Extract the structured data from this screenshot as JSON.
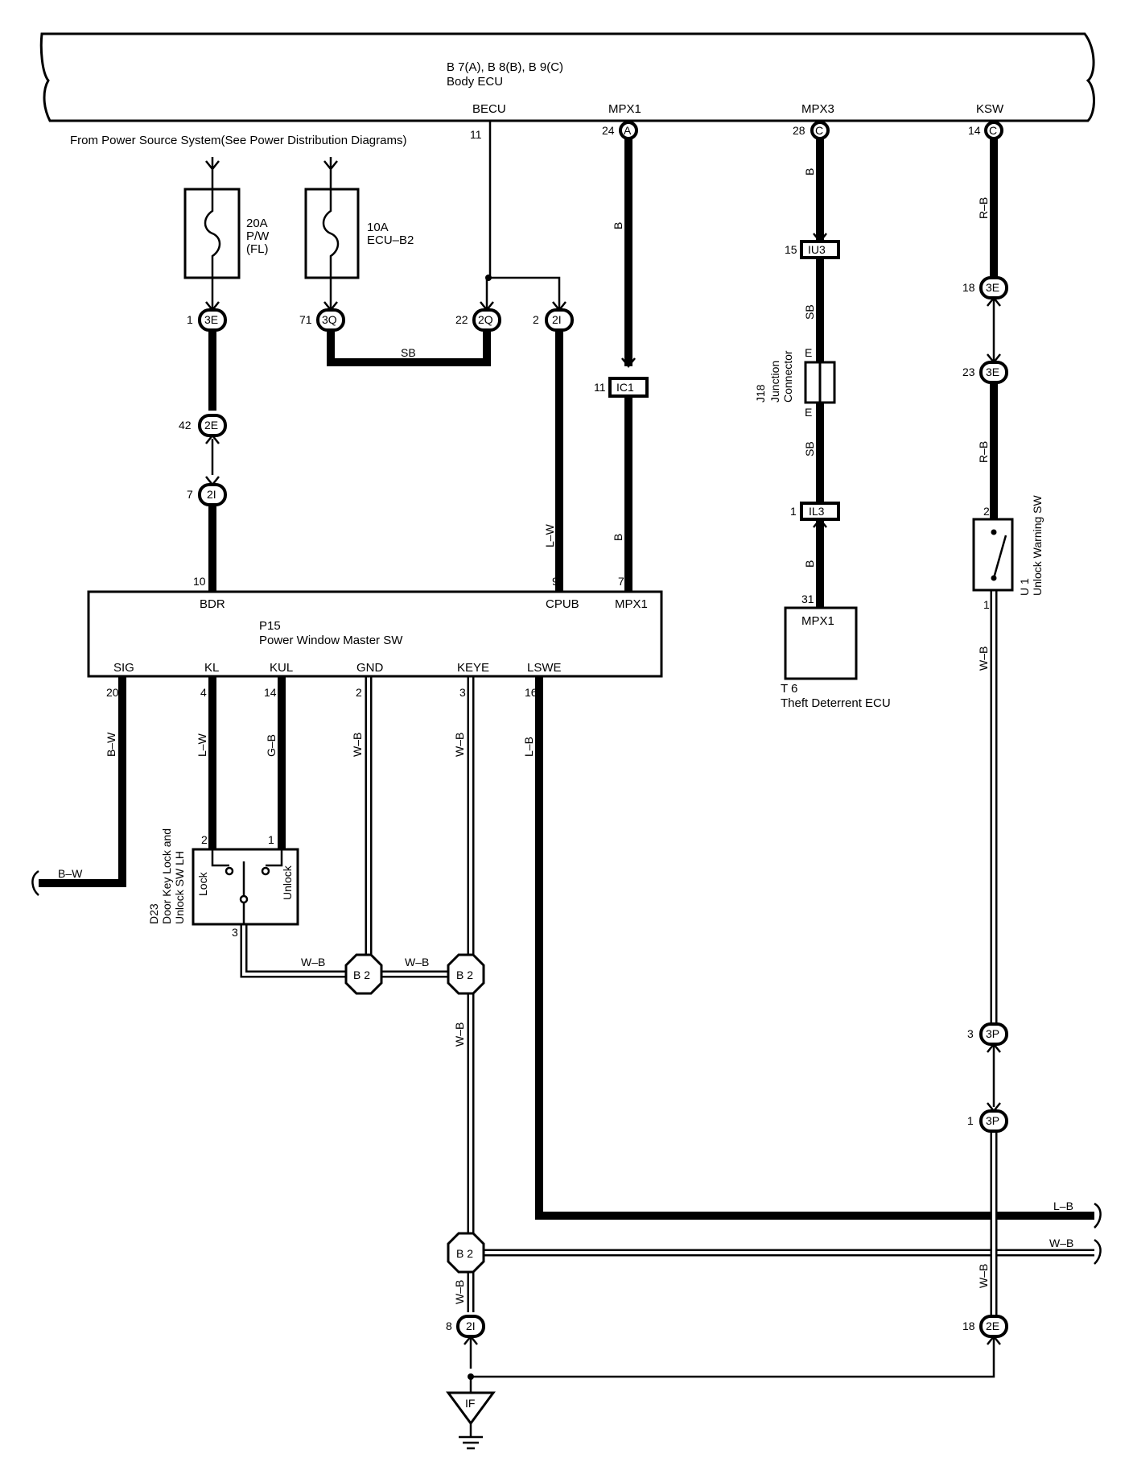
{
  "body_ecu": {
    "codes": "B 7(A), B 8(B), B 9(C)",
    "name": "Body ECU",
    "pins": [
      {
        "label": "BECU",
        "num": "11",
        "conn": ""
      },
      {
        "label": "MPX1",
        "num": "24",
        "conn": "A"
      },
      {
        "label": "MPX3",
        "num": "28",
        "conn": "C"
      },
      {
        "label": "KSW",
        "num": "14",
        "conn": "C"
      }
    ]
  },
  "power_source": "From Power Source System(See Power Distribution Diagrams)",
  "fuses": [
    {
      "amp": "20A",
      "name": "P/W",
      "sub": "(FL)"
    },
    {
      "amp": "10A",
      "name": "ECU–B2",
      "sub": ""
    }
  ],
  "connectors": {
    "c_3e_1": {
      "id": "3E",
      "num": "1"
    },
    "c_3q_71": {
      "id": "3Q",
      "num": "71"
    },
    "c_2q_22": {
      "id": "2Q",
      "num": "22"
    },
    "c_2i_2": {
      "id": "2I",
      "num": "2"
    },
    "c_2e_42": {
      "id": "2E",
      "num": "42"
    },
    "c_2i_7": {
      "id": "2I",
      "num": "7"
    },
    "c_ic1_11": {
      "id": "IC1",
      "num": "11"
    },
    "c_iu3_15": {
      "id": "IU3",
      "num": "15"
    },
    "c_il3_1": {
      "id": "IL3",
      "num": "1"
    },
    "c_3e_18": {
      "id": "3E",
      "num": "18"
    },
    "c_3e_23": {
      "id": "3E",
      "num": "23"
    },
    "c_3p_3": {
      "id": "3P",
      "num": "3"
    },
    "c_3p_1": {
      "id": "3P",
      "num": "1"
    },
    "c_2i_8": {
      "id": "2I",
      "num": "8"
    },
    "c_2e_18": {
      "id": "2E",
      "num": "18"
    }
  },
  "wire_colors": {
    "sb": "SB",
    "b": "B",
    "lw": "L–W",
    "rb": "R–B",
    "bw": "B–W",
    "gb": "G–B",
    "wb": "W–B",
    "lb": "L–B",
    "e": "E"
  },
  "junction_connector": {
    "code": "J18",
    "name1": "Junction",
    "name2": "Connector"
  },
  "p15": {
    "code": "P15",
    "name": "Power Window Master SW",
    "top_pins": [
      {
        "label": "BDR",
        "num": "10"
      },
      {
        "label": "CPUB",
        "num": "9"
      },
      {
        "label": "MPX1",
        "num": "7"
      }
    ],
    "bottom_pins": [
      {
        "label": "SIG",
        "num": "20"
      },
      {
        "label": "KL",
        "num": "4"
      },
      {
        "label": "KUL",
        "num": "14"
      },
      {
        "label": "GND",
        "num": "2"
      },
      {
        "label": "KEYE",
        "num": "3"
      },
      {
        "label": "LSWE",
        "num": "16"
      }
    ]
  },
  "theft_ecu": {
    "code": "T 6",
    "name": "Theft Deterrent ECU",
    "pin_label": "MPX1",
    "pin_num": "31"
  },
  "unlock_sw": {
    "code": "U 1",
    "name": "Unlock Warning SW",
    "pin_top": "2",
    "pin_bottom": "1"
  },
  "door_sw": {
    "code": "D23",
    "name1": "Door Key Lock and",
    "name2": "Unlock SW LH",
    "lock": "Lock",
    "unlock": "Unlock",
    "pins": [
      "2",
      "1",
      "3"
    ]
  },
  "ground_points": [
    "B 2",
    "B 2",
    "B 2"
  ],
  "ground": "IF"
}
